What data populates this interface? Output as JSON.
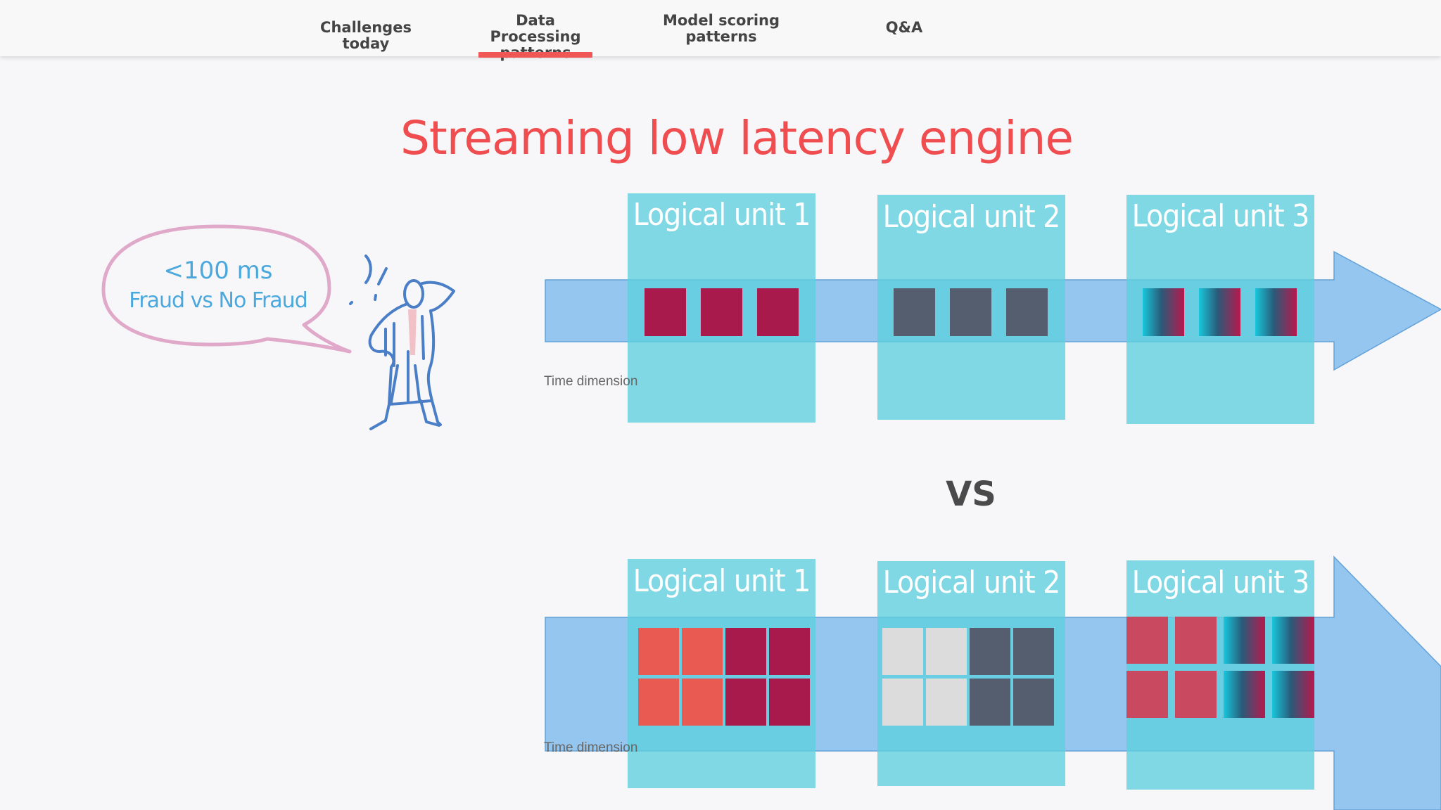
{
  "nav": {
    "tabs": [
      {
        "label": "Challenges today",
        "active": false
      },
      {
        "label": "Data Processing\npatterns",
        "active": true
      },
      {
        "label": "Model scoring\npatterns",
        "active": false
      },
      {
        "label": "Q&A",
        "active": false
      }
    ]
  },
  "slide": {
    "title": "Streaming low latency engine",
    "vs": "VS",
    "bubble": {
      "line1": "<100 ms",
      "line2": "Fraud vs No Fraud"
    },
    "top_row": {
      "time_label": "Time dimension",
      "units": [
        "Logical unit 1",
        "Logical unit 2",
        "Logical unit 3"
      ]
    },
    "bottom_row": {
      "time_label": "Time dimension",
      "units": [
        "Logical unit 1",
        "Logical unit 2",
        "Logical unit 3"
      ]
    }
  },
  "colors": {
    "accent": "#ef4d50",
    "arrow": "#8fc4ef",
    "unit_panel": "#5fd0de",
    "crimson": "#a81a4c",
    "slate": "#555e6e",
    "coral": "#e85a52",
    "light_gray": "#dcdcdc",
    "rose": "#c94a60"
  }
}
